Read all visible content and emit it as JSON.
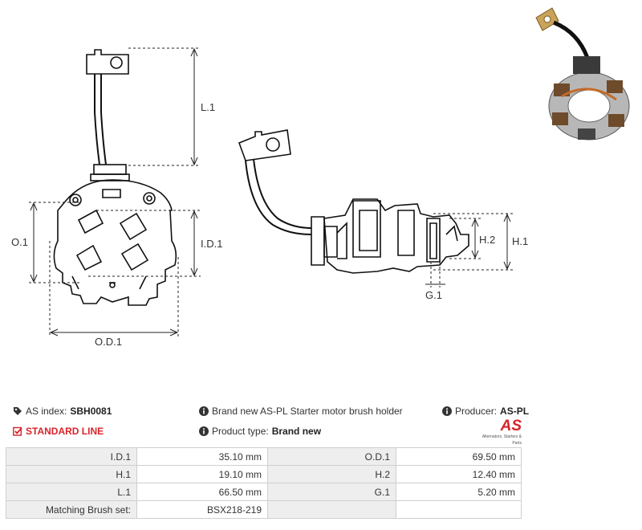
{
  "dimensions": {
    "L1": "L.1",
    "OD1": "O.D.1",
    "O1": "O.1",
    "ID1": "I.D.1",
    "H1": "H.1",
    "H2": "H.2",
    "G1": "G.1"
  },
  "info": {
    "as_index_label": "AS index:",
    "as_index_value": "SBH0081",
    "description": "Brand new AS-PL Starter motor brush holder",
    "producer_label": "Producer:",
    "producer_value": "AS-PL",
    "line": "STANDARD LINE",
    "product_type_label": "Product type:",
    "product_type_value": "Brand new"
  },
  "logo": {
    "mark": "AS",
    "tagline": "Alternators, Starters & Parts"
  },
  "specs": {
    "rows": [
      [
        {
          "label": "I.D.1",
          "value": "35.10 mm"
        },
        {
          "label": "O.D.1",
          "value": "69.50 mm"
        }
      ],
      [
        {
          "label": "H.1",
          "value": "19.10 mm"
        },
        {
          "label": "H.2",
          "value": "12.40 mm"
        }
      ],
      [
        {
          "label": "L.1",
          "value": "66.50 mm"
        },
        {
          "label": "G.1",
          "value": "5.20 mm"
        }
      ],
      [
        {
          "label": "Matching Brush set:",
          "value": "BSX218-219"
        },
        {
          "label": "",
          "value": ""
        }
      ]
    ]
  },
  "colors": {
    "accent": "#d8232a",
    "label_bg": "#eeeeee",
    "border": "#cfcfcf"
  }
}
